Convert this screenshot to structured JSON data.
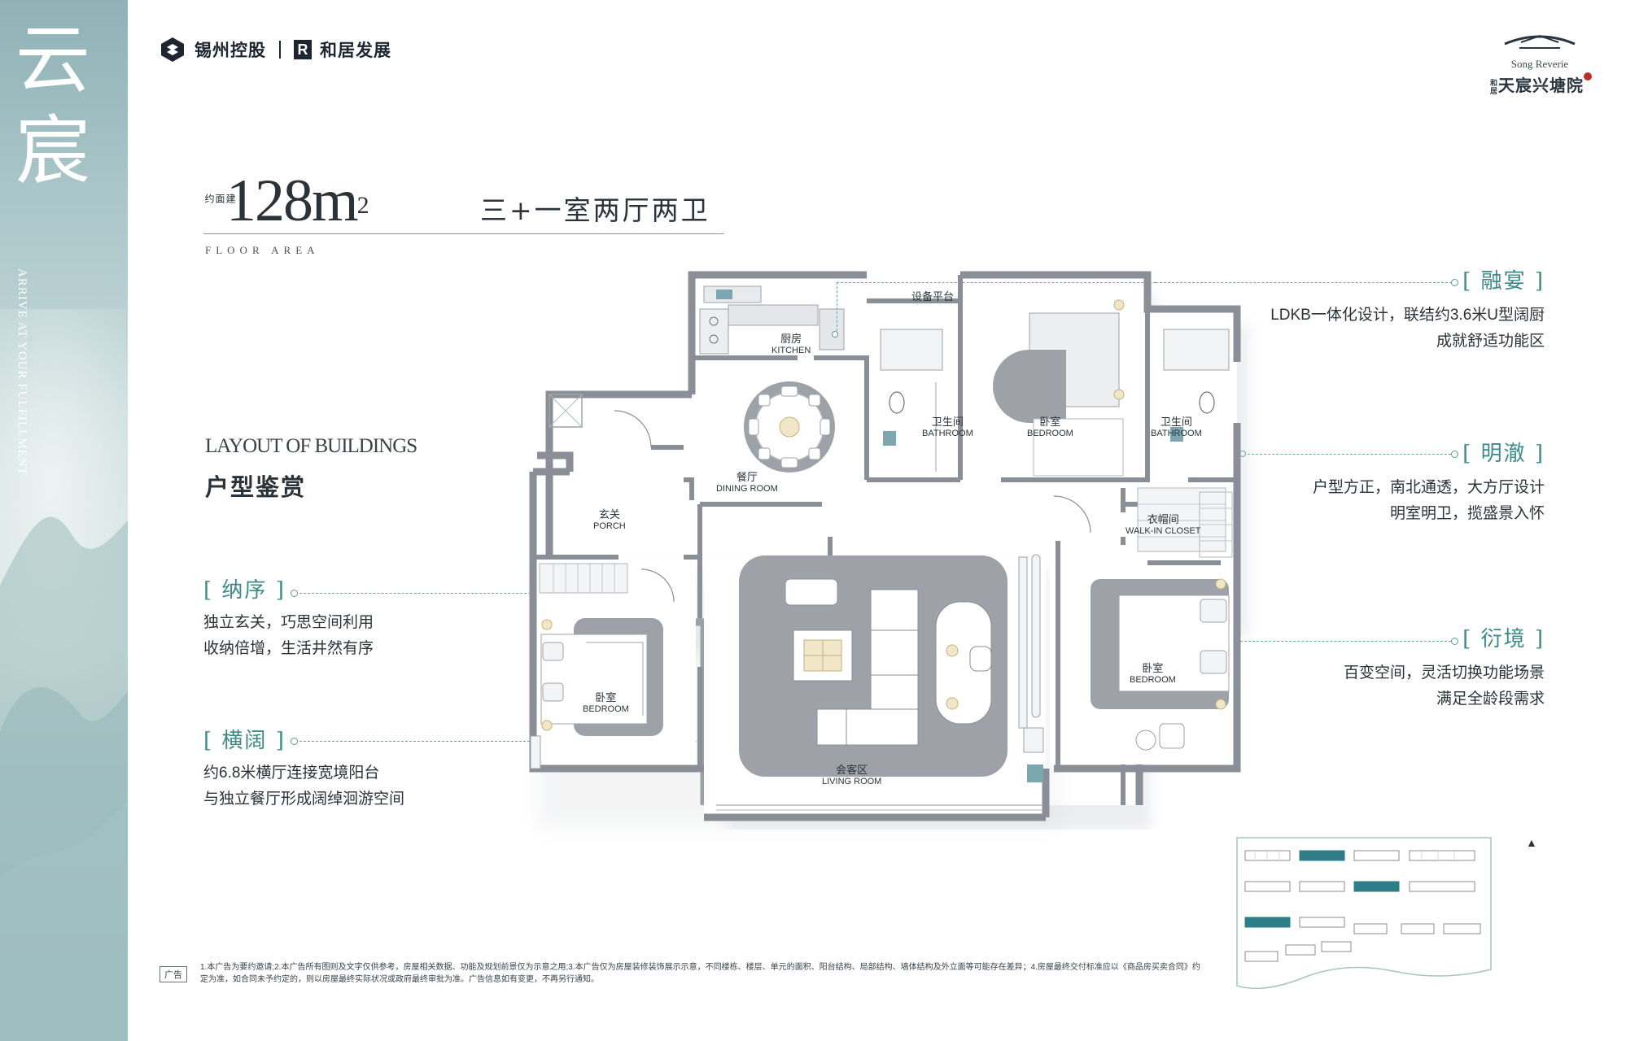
{
  "band": {
    "title": "云宸",
    "vertical_text": "ARRIVE AT YOUR FULFILLMENT"
  },
  "header": {
    "logo_left_1": "锡州控股",
    "logo_left_2_mark": "R",
    "logo_left_2": "和居发展",
    "logo_right_en": "Song Reverie",
    "logo_right_small": "和居",
    "logo_right_cn": "天宸兴塘院"
  },
  "area": {
    "small_label": "建面约",
    "value": "128m",
    "unit_sup": "2",
    "layout": "三+一室两厅两卫",
    "floor_area_label": "FLOOR AREA"
  },
  "section": {
    "title_en": "LAYOUT OF BUILDINGS",
    "title_cn": "户型鉴赏"
  },
  "features": {
    "rongyan": {
      "title": "融宴",
      "lines": [
        "LDKB一体化设计，联结约3.6米U型阔厨",
        "成就舒适功能区"
      ]
    },
    "mingche": {
      "title": "明澈",
      "lines": [
        "户型方正，南北通透，大方厅设计",
        "明室明卫，揽盛景入怀"
      ]
    },
    "yanjing": {
      "title": "衍境",
      "lines": [
        "百变空间，灵活切换功能场景",
        "满足全龄段需求"
      ]
    },
    "naxu": {
      "title": "纳序",
      "lines": [
        "独立玄关，巧思空间利用",
        "收纳倍增，生活井然有序"
      ]
    },
    "hengkuo": {
      "title": "横阔",
      "lines": [
        "约6.8米横厅连接宽境阳台",
        "与独立餐厅形成阔绰洄游空间"
      ]
    }
  },
  "rooms": {
    "equipment": {
      "cn": "设备平台"
    },
    "kitchen": {
      "cn": "厨房",
      "en": "KITCHEN"
    },
    "dining": {
      "cn": "餐厅",
      "en": "DINING ROOM"
    },
    "bath1": {
      "cn": "卫生间",
      "en": "BATHROOM"
    },
    "bedroom_top": {
      "cn": "卧室",
      "en": "BEDROOM"
    },
    "bath2": {
      "cn": "卫生间",
      "en": "BATHROOM"
    },
    "porch": {
      "cn": "玄关",
      "en": "PORCH"
    },
    "closet": {
      "cn": "衣帽间",
      "en": "WALK-IN CLOSET"
    },
    "bedroom_left": {
      "cn": "卧室",
      "en": "BEDROOM"
    },
    "bedroom_right": {
      "cn": "卧室",
      "en": "BEDROOM"
    },
    "living": {
      "cn": "会客区",
      "en": "LIVING ROOM"
    }
  },
  "footer": {
    "ad_tag": "广告",
    "disclaimer": "1.本广告为要约邀请;2.本广告所有图则及文字仅供参考，房屋相关数据、功能及规划前景仅为示意之用;3.本广告仅为房屋装修装饰展示示意，不同楼栋、楼层、单元的面积、阳台结构、局部结构、墙体结构及外立面等可能存在差异；4.房屋最终交付标准应以《商品房买卖合同》约定为准，如合同未予约定的，则以房屋最终实际状况或政府最终审批为准。广告信息如有变更，不再另行通知。"
  },
  "colors": {
    "accent": "#3e8a88",
    "wall": "#8a8e96",
    "furniture": "#9ea2a8",
    "band": "#a9c5c8"
  }
}
